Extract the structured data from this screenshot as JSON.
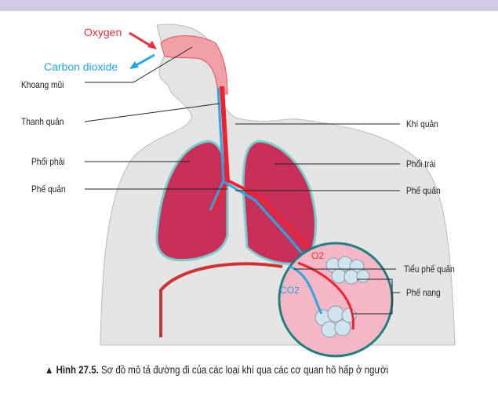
{
  "gases": {
    "oxygen": "Oxygen",
    "carbon_dioxide": "Carbon dioxide",
    "o2": "O2",
    "co2": "CO2"
  },
  "labels_left": [
    "Khoang mũi",
    "Thanh quản",
    "Phổi phải",
    "Phế quản"
  ],
  "labels_right": [
    "Khí quản",
    "Phổi trái",
    "Phế quản",
    "Tiểu phế quản",
    "Phế nang"
  ],
  "caption": {
    "marker": "▲",
    "number": "Hình 27.5.",
    "text": "Sơ đồ mô tả đường đi của các loại khí qua các cơ quan hô hấp ở người"
  },
  "colors": {
    "oxygen": "#e8303a",
    "carbon_dioxide": "#22a8e0",
    "band": "#d3cbe5",
    "body": "#e4e4e4",
    "lung": "#c8305a"
  }
}
